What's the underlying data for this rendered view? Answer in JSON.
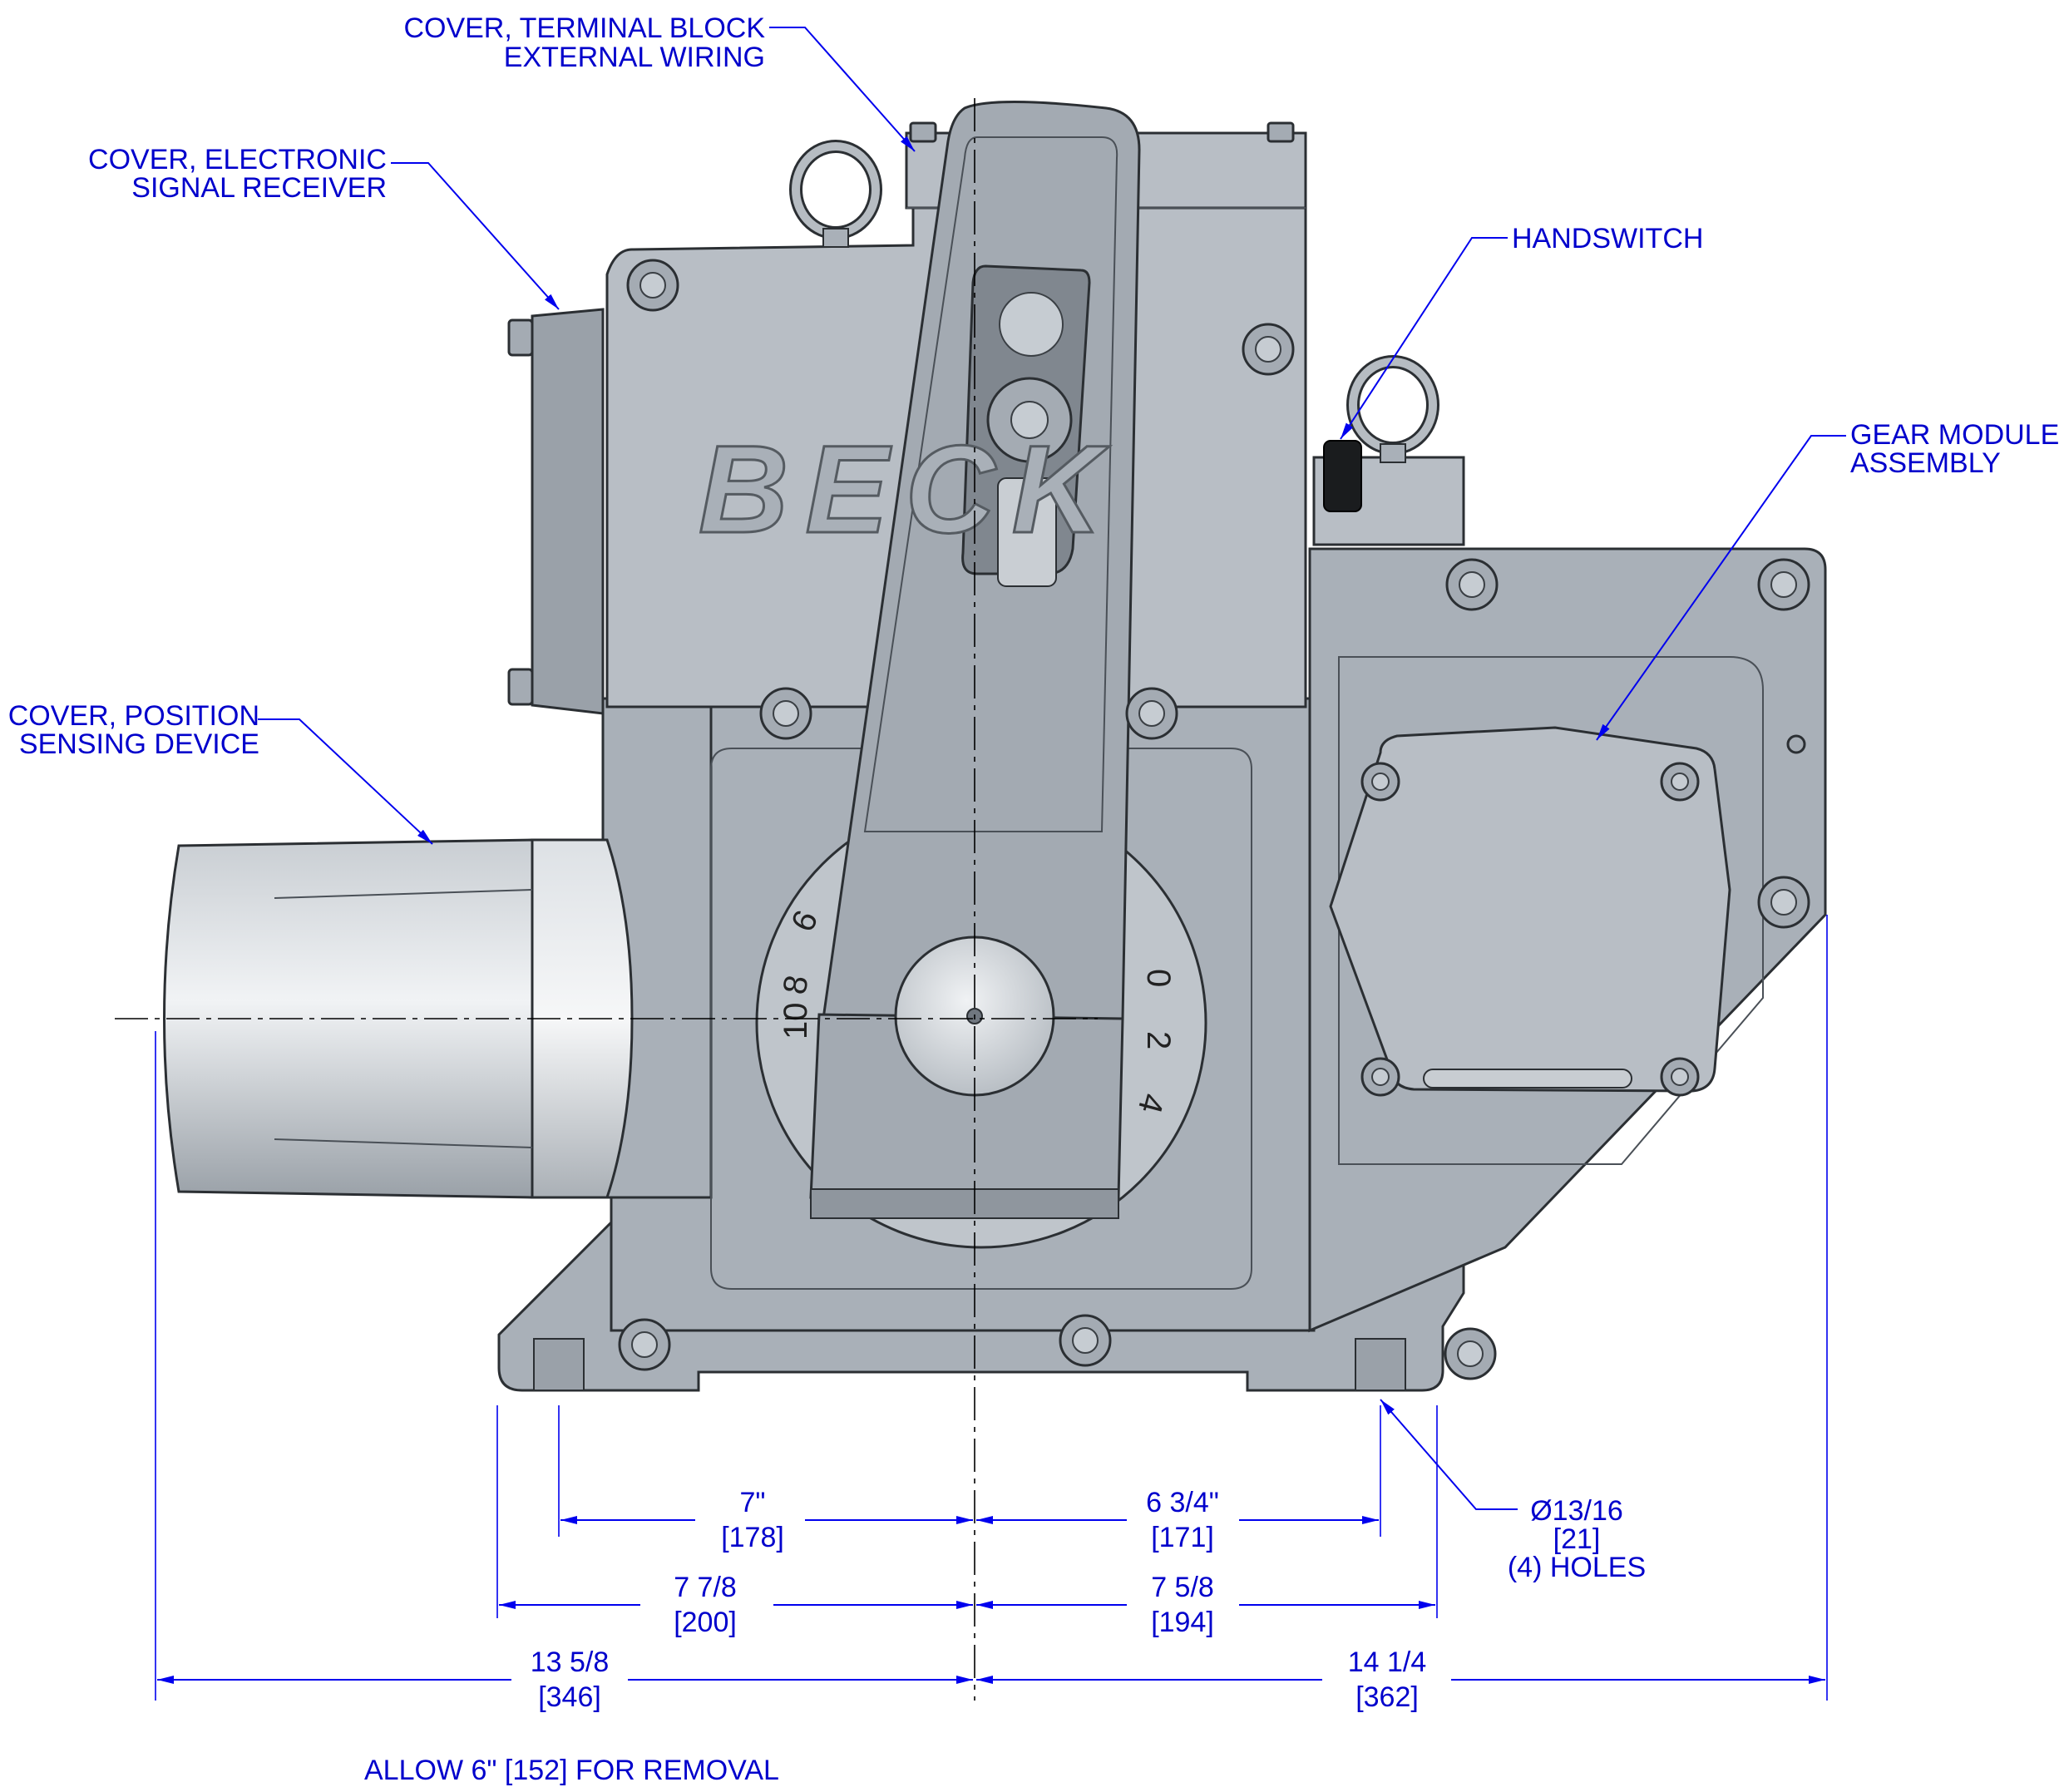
{
  "callouts": {
    "terminal_block_line1": "COVER, TERMINAL BLOCK",
    "terminal_block_line2": "EXTERNAL WIRING",
    "electronic_line1": "COVER, ELECTRONIC",
    "electronic_line2": "SIGNAL RECEIVER",
    "handswitch": "HANDSWITCH",
    "gear_module_line1": "GEAR MODULE",
    "gear_module_line2": "ASSEMBLY",
    "position_line1": "COVER, POSITION",
    "position_line2": "SENSING DEVICE",
    "holes_line1": "Ø13/16",
    "holes_line2": "[21]",
    "holes_line3": "(4) HOLES"
  },
  "logo_text": "BECK",
  "dial_numbers": [
    "10",
    "8",
    "6",
    "0",
    "2",
    "4"
  ],
  "dimensions": {
    "d1": {
      "in": "7\"",
      "mm": "[178]"
    },
    "d2": {
      "in": "6 3/4\"",
      "mm": "[171]"
    },
    "d3": {
      "in": "7 7/8",
      "mm": "[200]"
    },
    "d4": {
      "in": "7 5/8",
      "mm": "[194]"
    },
    "d5": {
      "in": "13 5/8",
      "mm": "[346]"
    },
    "d6": {
      "in": "14 1/4",
      "mm": "[362]"
    }
  },
  "note": "ALLOW 6\" [152] FOR REMOVAL",
  "colors": {
    "annotation": "#0000cc",
    "body": "#a9b0b8"
  }
}
